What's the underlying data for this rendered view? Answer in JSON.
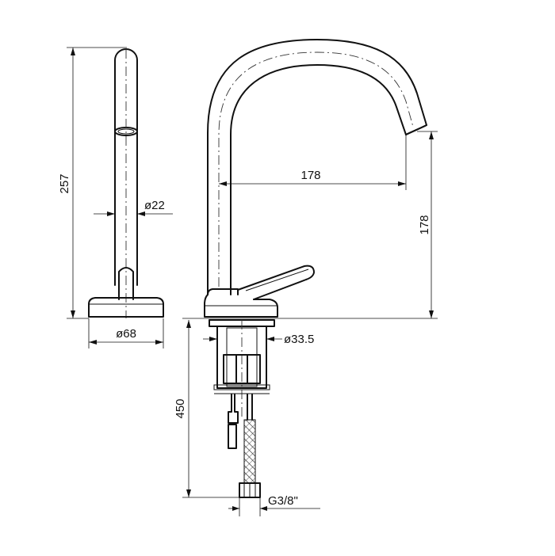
{
  "drawing": {
    "dimensions": {
      "total_height": "257",
      "tube_diameter": "ø22",
      "base_diameter": "ø68",
      "spout_reach": "178",
      "spout_height": "178",
      "shank_diameter": "ø33.5",
      "hose_length": "450",
      "hose_thread": "G3/8\""
    }
  }
}
